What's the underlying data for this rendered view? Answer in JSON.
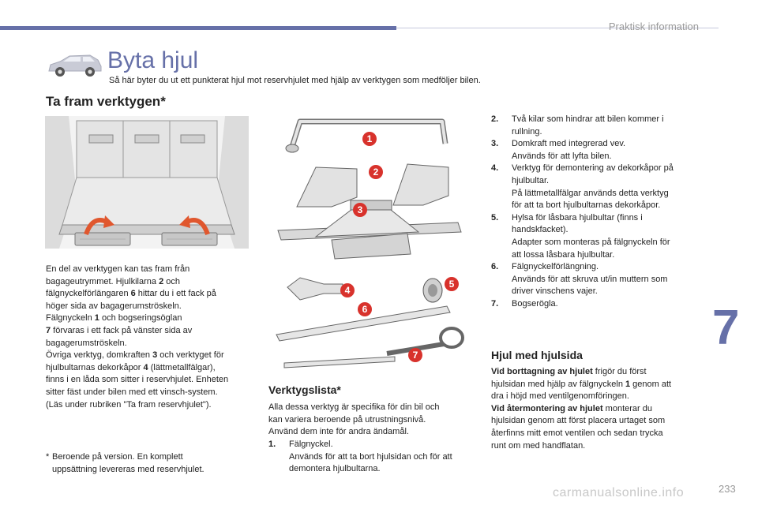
{
  "header": {
    "section_name": "Praktisk information",
    "chapter_number": "7",
    "page_number": "233",
    "watermark": "carmanualsonline.info"
  },
  "title": "Byta hjul",
  "subtitle": "Så här byter du ut ett punkterat hjul mot reservhjulet med hjälp av verktygen som medföljer bilen.",
  "section1": {
    "heading": "Ta fram verktygen*",
    "paragraph_lines": [
      "En del av verktygen kan tas fram från",
      "bagageutrymmet. Hjulkilarna 2 och",
      "fälgnyckelförlängaren 6 hittar du i ett fack på",
      "höger sida av bagagerumströskeln.",
      "Fälgnyckeln 1 och bogseringsöglan",
      "7 förvaras i ett fack på vänster sida av",
      "bagagerumströskeln.",
      "Övriga verktyg, domkraften 3 och verktyget för",
      "hjulbultarnas dekorkåpor 4 (lättmetallfälgar),",
      "finns i en låda som sitter i reservhjulet. Enheten",
      "sitter fäst under bilen med ett vinsch-system.",
      "(Läs under rubriken \"Ta fram reservhjulet\")."
    ],
    "footnote_lines": [
      "Beroende på version. En komplett",
      "uppsättning levereras med reservhjulet."
    ],
    "footnote_mark": "*"
  },
  "section2": {
    "heading": "Verktygslista*",
    "intro_lines": [
      "Alla dessa verktyg är specifika för din bil och",
      "kan variera beroende på utrustningsnivå.",
      "Använd dem inte för andra ändamål."
    ],
    "items": [
      {
        "num": "1.",
        "lines": [
          "Fälgnyckel.",
          "Används för att ta bort hjulsidan och för att",
          "demontera hjulbultarna."
        ]
      },
      {
        "num": "2.",
        "lines": [
          "Två kilar som hindrar att bilen kommer i",
          "rullning."
        ]
      },
      {
        "num": "3.",
        "lines": [
          "Domkraft med integrerad vev.",
          "Används för att lyfta bilen."
        ]
      },
      {
        "num": "4.",
        "lines": [
          "Verktyg för demontering av dekorkåpor på",
          "hjulbultar.",
          "På lättmetallfälgar används detta verktyg",
          "för att ta bort hjulbultarnas dekorkåpor."
        ]
      },
      {
        "num": "5.",
        "lines": [
          "Hylsa för låsbara hjulbultar (finns i",
          "handskfacket).",
          "Adapter som monteras på fälgnyckeln för",
          "att lossa låsbara hjulbultar."
        ]
      },
      {
        "num": "6.",
        "lines": [
          "Fälgnyckelförlängning.",
          "Används för att skruva ut/in muttern som",
          "driver vinschens vajer."
        ]
      },
      {
        "num": "7.",
        "lines": [
          "Bogserögla."
        ]
      }
    ]
  },
  "section3": {
    "heading": "Hjul med hjulsida",
    "lines": [
      "Vid borttagning av hjulet frigör du först",
      "hjulsidan med hjälp av fälgnyckeln 1 genom att",
      "dra i höjd med ventilgenomföringen.",
      "Vid återmontering av hjulet monterar du",
      "hjulsidan genom att först placera urtaget som",
      "återfinns mitt emot ventilen och sedan trycka",
      "runt om med handflatan."
    ]
  },
  "tool_labels": [
    "1",
    "2",
    "3",
    "4",
    "5",
    "6",
    "7"
  ],
  "colors": {
    "accent": "#6670a8",
    "badge": "#d8322c",
    "arrow": "#e0572e"
  }
}
